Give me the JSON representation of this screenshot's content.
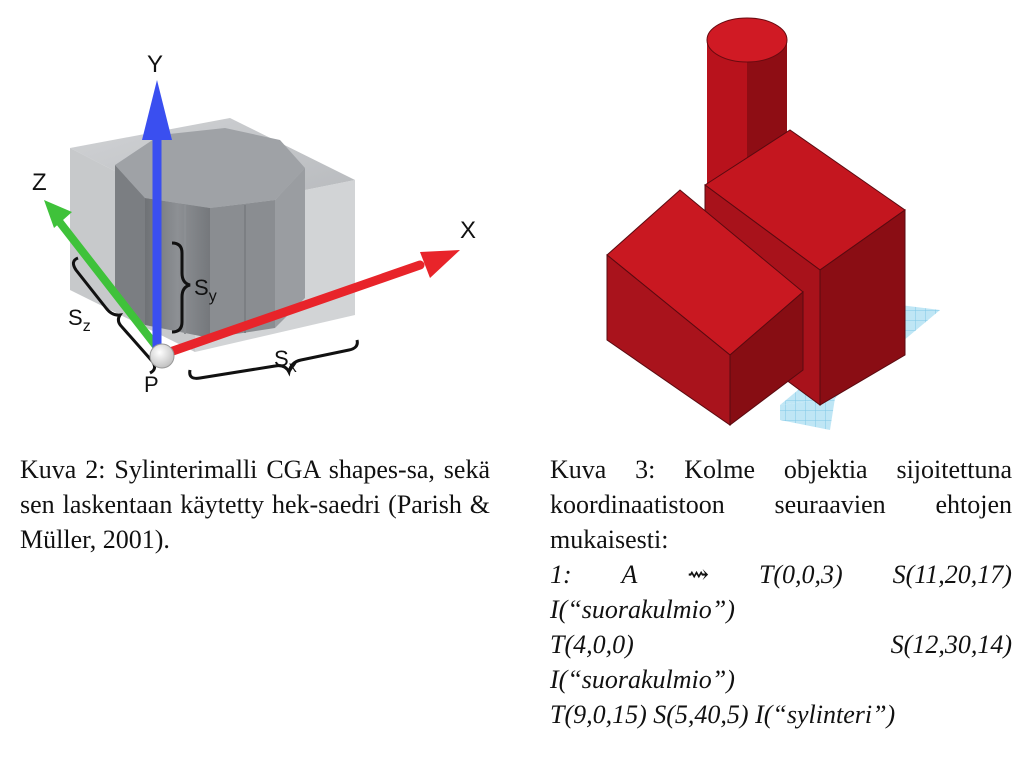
{
  "figure2": {
    "axis_y": "Y",
    "axis_z": "Z",
    "axis_x": "X",
    "label_sy": "S",
    "label_sy_sub": "y",
    "label_sz": "S",
    "label_sz_sub": "z",
    "label_sx": "S",
    "label_sx_sub": "x",
    "label_p": "P",
    "colors": {
      "x_axis": "#e8242a",
      "y_axis": "#3a4ff0",
      "z_axis": "#3fc23a",
      "box": "#b9bcbf"
    }
  },
  "figure3": {
    "colors": {
      "block": "#c4161f",
      "block_dark": "#8a0d14",
      "grid": "#9fd6ee"
    }
  },
  "caption2": {
    "text": "Kuva 2: Sylinterimalli CGA shapes-sa, sekä sen laskentaan käytetty hek-saedri (Parish & Müller, 2001)."
  },
  "caption3": {
    "text": "Kuva 3: Kolme objektia sijoitettuna koordinaatistoon seuraavien ehtojen mukaisesti:",
    "line1": [
      "1:",
      "A",
      "⇝",
      "T(0,0,3)",
      "S(11,20,17)"
    ],
    "line2": "I(“suorakulmio”)",
    "line3": [
      "T(4,0,0)",
      "S(12,30,14)"
    ],
    "line4": "I(“suorakulmio”)",
    "line5": "T(9,0,15) S(5,40,5) I(“sylinteri”)"
  }
}
